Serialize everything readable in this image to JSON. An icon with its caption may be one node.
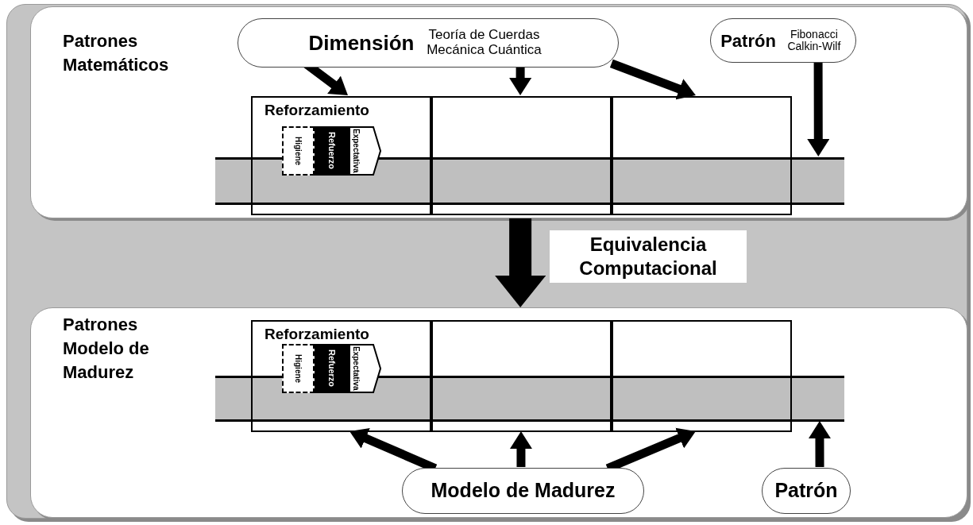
{
  "diagram": {
    "nodes": [
      {
        "text": [
          "Patrones Matemáticos"
        ]
      },
      {
        "text": [
          "Dimensión",
          "Teoría de Cuerdas Mecánica Cuántica"
        ],
        "in": 0
      },
      {
        "text": [
          "Patrón",
          "Fibonacci Calkin-Wilf"
        ],
        "in": 0
      },
      {
        "text": [
          "Reforzamiento"
        ],
        "in": 0
      },
      {
        "text": [
          "Higiene"
        ],
        "in": 3
      },
      {
        "text": [
          "Refuerzo"
        ],
        "in": 3
      },
      {
        "text": [
          "Expectativa"
        ],
        "in": 3
      },
      {
        "text": [],
        "shape": "box",
        "in": 0
      },
      {
        "text": [],
        "shape": "box",
        "in": 0
      },
      {
        "text": [],
        "shape": "bar",
        "in": 0
      },
      {
        "text": [
          "Patrones Modelo de Madurez"
        ]
      },
      {
        "text": [
          "Reforzamiento"
        ],
        "in": 10
      },
      {
        "text": [
          "Higiene"
        ],
        "in": 11
      },
      {
        "text": [
          "Refuerzo"
        ],
        "in": 11
      },
      {
        "text": [
          "Expectativa"
        ],
        "in": 11
      },
      {
        "text": [],
        "shape": "box",
        "in": 10
      },
      {
        "text": [],
        "shape": "box",
        "in": 10
      },
      {
        "text": [],
        "shape": "bar",
        "in": 10
      },
      {
        "text": [
          "Modelo de Madurez"
        ],
        "in": 10
      },
      {
        "text": [
          "Patrón"
        ],
        "in": 10
      }
    ],
    "edges": [
      {
        "from": 1,
        "to": 3,
        "arrow": "to"
      },
      {
        "from": 1,
        "to": 7,
        "arrow": "to"
      },
      {
        "from": 1,
        "to": 8,
        "arrow": "to"
      },
      {
        "from": 2,
        "to": 9,
        "arrow": "to"
      },
      {
        "from": 0,
        "to": 10,
        "arrow": "to",
        "label": "Equivalencia Computacional"
      },
      {
        "from": 18,
        "to": 11,
        "arrow": "to"
      },
      {
        "from": 18,
        "to": 15,
        "arrow": "to"
      },
      {
        "from": 18,
        "to": 16,
        "arrow": "to"
      },
      {
        "from": 19,
        "to": 17,
        "arrow": "to"
      }
    ]
  }
}
